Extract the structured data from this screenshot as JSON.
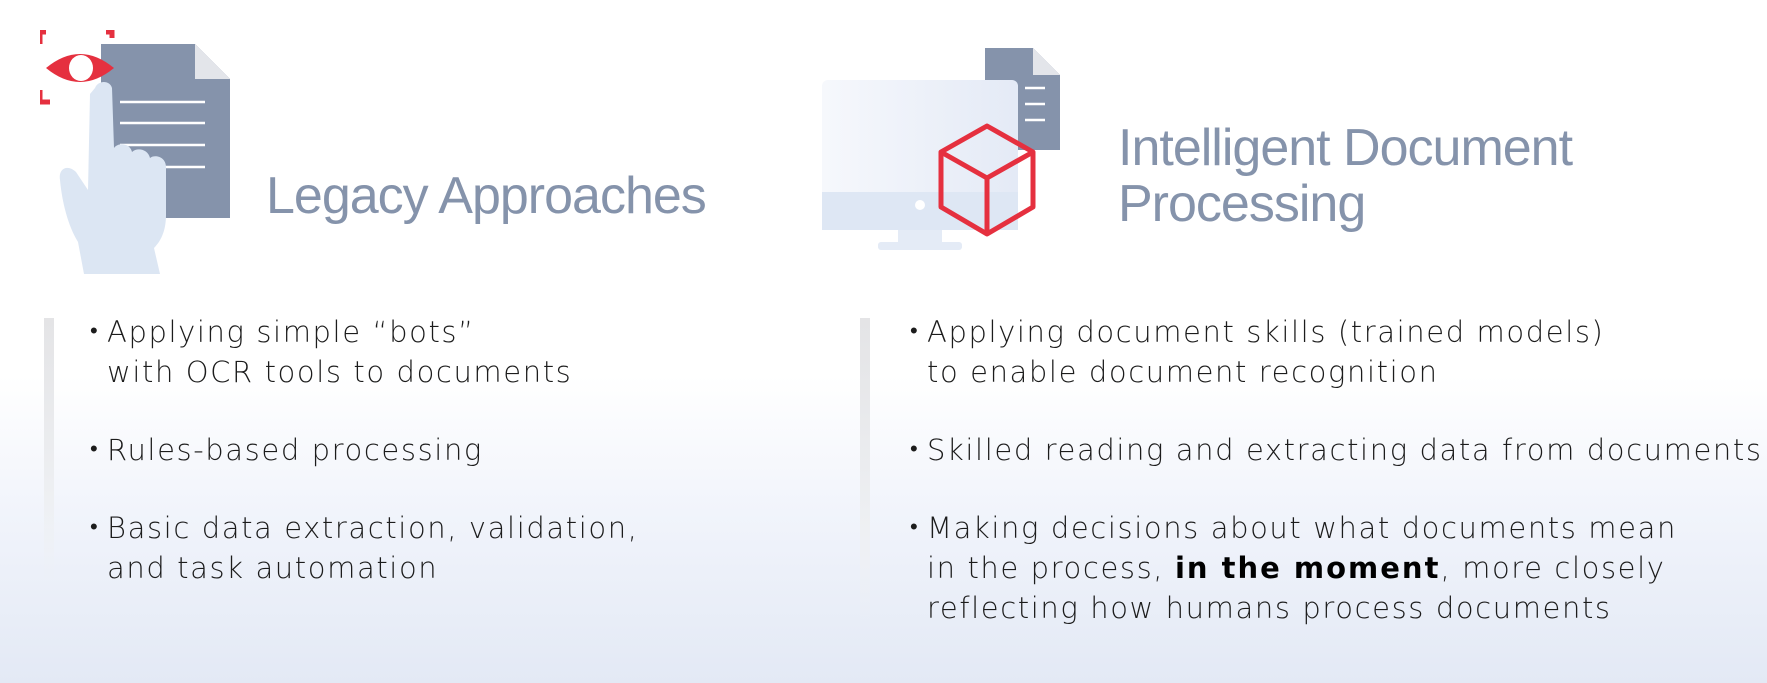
{
  "left": {
    "title": "Legacy Approaches",
    "bullets": [
      {
        "lines": [
          "Applying simple “bots”",
          "with OCR tools to documents"
        ]
      },
      {
        "lines": [
          "Rules-based processing"
        ]
      },
      {
        "lines": [
          "Basic data extraction, validation,",
          "and task automation"
        ]
      }
    ],
    "icon": "ocr-hand-document-icon"
  },
  "right": {
    "title_lines": [
      "Intelligent Document",
      "Processing"
    ],
    "bullets": [
      {
        "lines": [
          "Applying document skills (trained models)",
          "to enable document recognition"
        ]
      },
      {
        "lines": [
          "Skilled reading and extracting data from documents"
        ]
      },
      {
        "line1": "Making decisions about what documents mean",
        "line2_before": "in the process, ",
        "line2_bold": "in the moment",
        "line2_after": ", more closely",
        "line3": "reflecting how humans process documents"
      }
    ],
    "icon": "computer-cube-document-icon"
  },
  "colors": {
    "accent": "#e5303f",
    "document": "#8593ab",
    "hand": "#dce6f3",
    "heading": "#8593ab",
    "text": "#1c1c1c"
  }
}
